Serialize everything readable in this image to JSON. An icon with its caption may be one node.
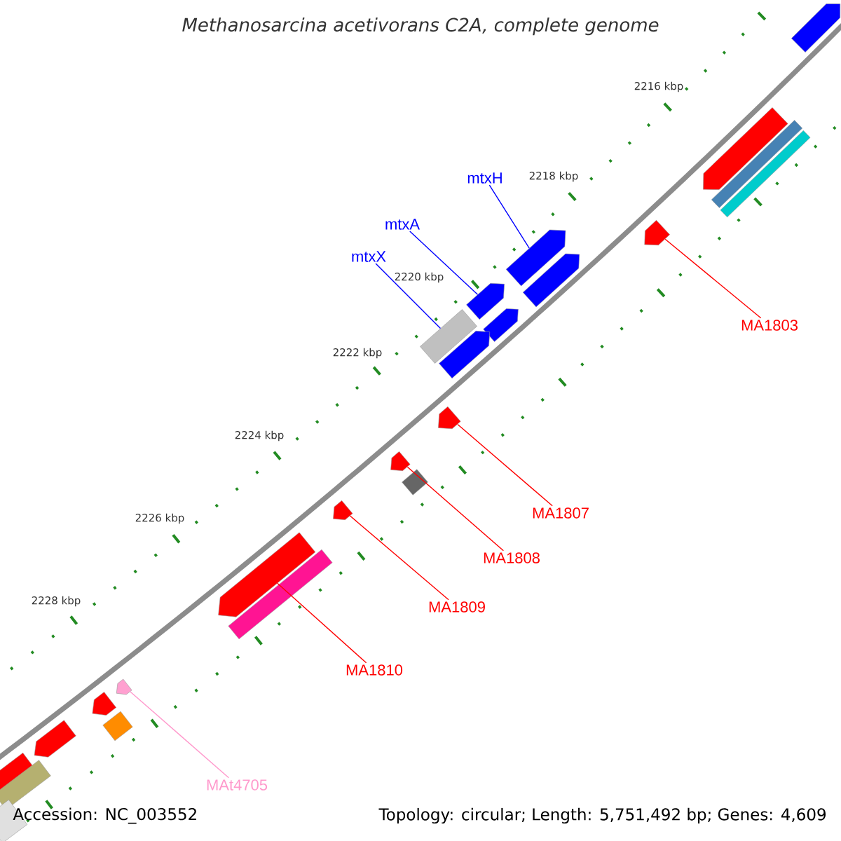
{
  "diagram": {
    "title": "*Methanosarcina acetivorans C2A, complete genome*",
    "nodes": [
      {
        "text": [
          "mtxH"
        ]
      },
      {
        "text": [
          "mtxA"
        ]
      },
      {
        "text": [
          "mtxX"
        ]
      },
      {
        "text": [
          "MA1803"
        ]
      },
      {
        "text": [
          "MA1807"
        ]
      },
      {
        "text": [
          "MA1808"
        ]
      },
      {
        "text": [
          "MA1809"
        ]
      },
      {
        "text": [
          "MA1810"
        ]
      },
      {
        "text": [
          "MAt4705"
        ]
      },
      {
        "text": [],
        "shape": "arrow"
      },
      {
        "text": [],
        "shape": "arrow"
      },
      {
        "text": [],
        "shape": "bar"
      },
      {
        "text": [],
        "shape": "bar"
      },
      {
        "text": [],
        "shape": "arrow"
      },
      {
        "text": [],
        "shape": "arrow"
      },
      {
        "text": [],
        "shape": "arrow"
      },
      {
        "text": [],
        "shape": "arrow"
      },
      {
        "text": [],
        "shape": "arrow"
      },
      {
        "text": [],
        "shape": "bar"
      },
      {
        "text": [],
        "shape": "arrow"
      },
      {
        "text": [],
        "shape": "arrow"
      },
      {
        "text": [],
        "shape": "arrow"
      },
      {
        "text": [],
        "shape": "bar"
      },
      {
        "text": [],
        "shape": "arrow"
      },
      {
        "text": [],
        "shape": "arrow"
      },
      {
        "text": [],
        "shape": "bar"
      },
      {
        "text": [],
        "shape": "arrow"
      },
      {
        "text": [],
        "shape": "arrow"
      },
      {
        "text": [],
        "shape": "bar"
      },
      {
        "text": [],
        "shape": "arrow"
      },
      {
        "text": [],
        "shape": "arrow"
      },
      {
        "text": [],
        "shape": "bar"
      },
      {
        "text": [],
        "shape": "bar"
      }
    ],
    "edges": [
      {
        "from": 0,
        "to": 14,
        "arrow": "none",
        "color": "#0000ff"
      },
      {
        "from": 1,
        "to": 16,
        "arrow": "none",
        "color": "#0000ff"
      },
      {
        "from": 2,
        "to": 18,
        "arrow": "none",
        "color": "#0000ff"
      },
      {
        "from": 3,
        "to": 13,
        "arrow": "none"
      },
      {
        "from": 4,
        "to": 20,
        "arrow": "none"
      },
      {
        "from": 5,
        "to": 21,
        "arrow": "none"
      },
      {
        "from": 6,
        "to": 23,
        "arrow": "none"
      },
      {
        "from": 7,
        "to": 24,
        "arrow": "none"
      },
      {
        "from": 8,
        "to": 26,
        "arrow": "none",
        "color": "#ff99cc"
      }
    ],
    "labels": [
      "2216 kbp",
      "2218 kbp",
      "2220 kbp",
      "2222 kbp",
      "2224 kbp",
      "2226 kbp",
      "2228 kbp",
      "Accession: NC_003552",
      "Topology: circular; Length: 5,751,492 bp; Genes: 4,609"
    ]
  }
}
